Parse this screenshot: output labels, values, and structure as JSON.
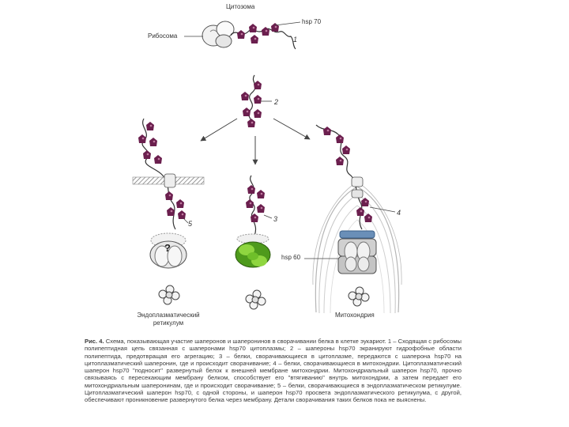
{
  "labels": {
    "cytosome": "Цитозома",
    "hsp70_top": "hsp 70",
    "ribosome": "Рибосома",
    "er": "Эндоплазматический ретикулум",
    "mito": "Митохондрия",
    "hsp60": "hsp 60",
    "question": "?"
  },
  "numbers": {
    "n1": "1",
    "n2": "2",
    "n3": "3",
    "n4": "4",
    "n5": "5"
  },
  "caption": {
    "head": "Рис. 4.",
    "text": "Схема, показывающая участие шаперонов и шаперонинов в сворачивании белка в клетке эукариот. 1 – Сходящая с рибосомы полипептидная цепь связанная с шаперонами hsp70 цитоплазмы; 2 – шапероны hsp70 экранируют гидрофобные области полипептида, предотвращая его агрегацию; 3 – белки, сворачивающиеся в цитоплазме, передаются с шаперона hsp70 на цитоплазматический шаперонин, где и происходит сворачивание; 4 – белки, сворачивающиеся в митохондрии. Цитоплазматический шаперон hsp70 \"подносит\" развернутый белок к внешней мембране митохондрии. Митохондриальный шаперон hsp70, прочно связываясь с пересекающим мембрану белком, способствует его \"втягиванию\" внутрь митохондрии, а затем передает его митохондриальным шаперонинам, где и происходит сворачивание; 5 – белки, сворачивающиеся в эндоплазматическом ретикулуме. Цитоплазматический шаперон hsp70, с одной стороны, и шаперон hsp70 просвета эндоплазматического ретикулума, с другой, обеспечивают проникновение развернутого белка через мембрану. Детали сворачивания таких белков пока не выяснены."
  },
  "colors": {
    "hsp70": "#6b1f4e",
    "chain": "#333333",
    "chaperonin": "#8a8a8a",
    "green_chaperonin": "#6fbf2a",
    "blue_cap": "#6a8fb8",
    "membrane": "#9a9a9a"
  }
}
